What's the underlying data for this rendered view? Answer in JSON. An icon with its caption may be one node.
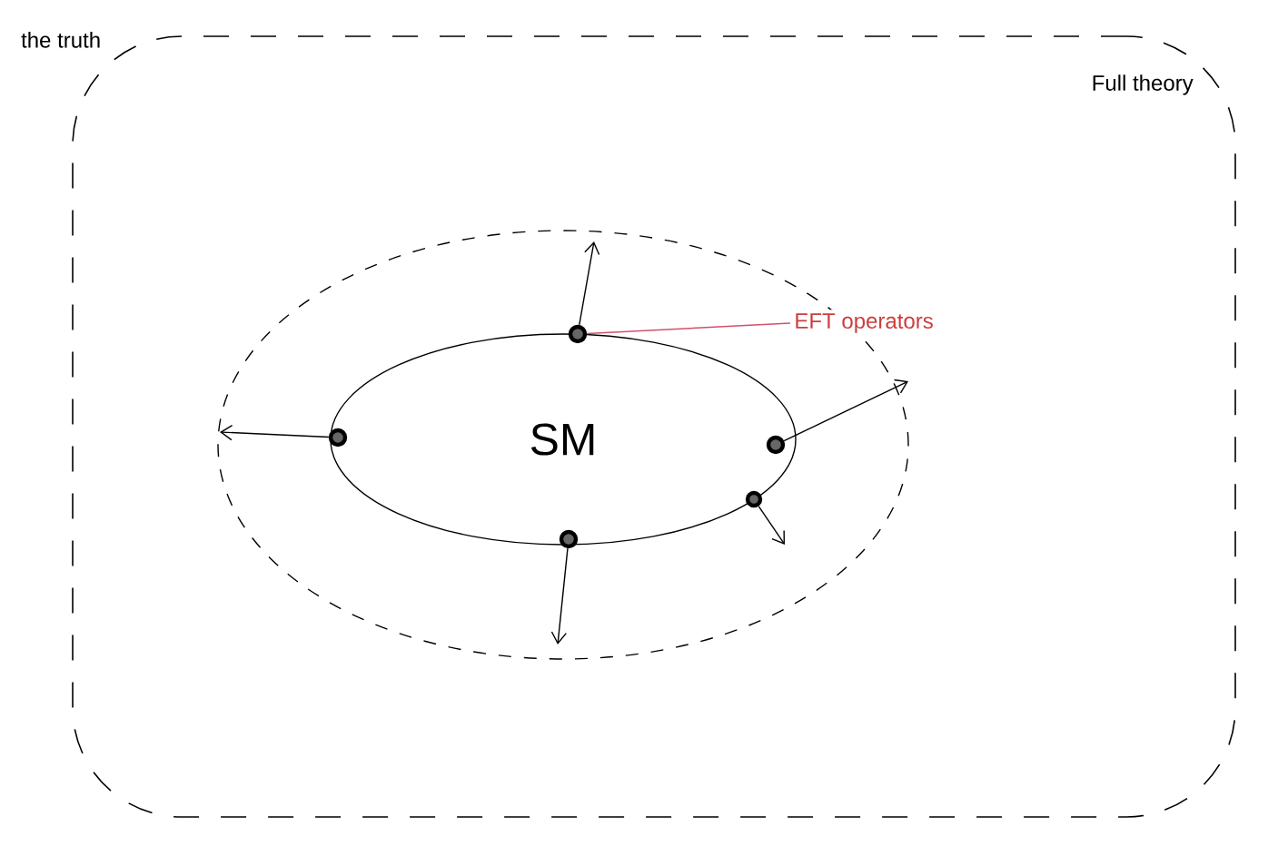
{
  "diagram": {
    "nodes": [
      {
        "text": [
          "Full theory"
        ]
      },
      {
        "text": [],
        "shape": "ellipse",
        "in": 0
      },
      {
        "text": [
          "SM"
        ],
        "in": 1
      },
      {
        "text": [],
        "shape": "circle",
        "in": 2
      },
      {
        "text": [],
        "shape": "circle",
        "in": 2
      },
      {
        "text": [],
        "shape": "circle",
        "in": 2
      },
      {
        "text": [],
        "shape": "circle",
        "in": 2
      },
      {
        "text": [],
        "shape": "circle",
        "in": 2
      },
      {
        "text": [
          "EFT operators"
        ],
        "in": 0
      }
    ],
    "edges": [
      {
        "from": 3,
        "to": null,
        "arrow": "to"
      },
      {
        "from": 4,
        "to": null,
        "arrow": "to"
      },
      {
        "from": 5,
        "to": null,
        "arrow": "to"
      },
      {
        "from": 6,
        "to": null,
        "arrow": "to"
      },
      {
        "from": 7,
        "to": null,
        "arrow": "to"
      },
      {
        "from": 8,
        "to": 3,
        "arrow": "none",
        "color": "#d0506e"
      }
    ],
    "labels": [
      "the truth"
    ]
  }
}
